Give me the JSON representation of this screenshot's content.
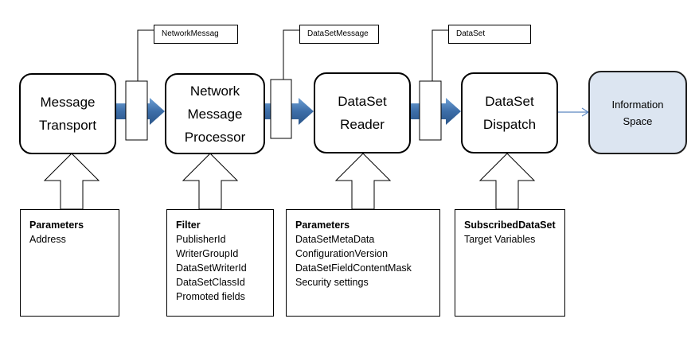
{
  "stages": [
    {
      "label": "Message\nTransport"
    },
    {
      "label": "Network\nMessage\nProcessor"
    },
    {
      "label": "DataSet\nReader"
    },
    {
      "label": "DataSet\nDispatch"
    },
    {
      "label": "Information\nSpace"
    }
  ],
  "messages": [
    {
      "label": "NetworkMessag"
    },
    {
      "label": "DataSetMessage"
    },
    {
      "label": "DataSet"
    }
  ],
  "parameter_boxes": [
    {
      "title": "Parameters",
      "lines": [
        "Address"
      ]
    },
    {
      "title": "Filter",
      "lines": [
        "PublisherId",
        "WriterGroupId",
        "DataSetWriterId",
        "DataSetClassId",
        "Promoted fields"
      ]
    },
    {
      "title": "Parameters",
      "lines": [
        "DataSetMetaData",
        "ConfigurationVersion",
        "DataSetFieldContentMask",
        "Security settings"
      ]
    },
    {
      "title": "SubscribedDataSet",
      "lines": [
        "Target Variables"
      ]
    }
  ],
  "colors": {
    "flow_arrow": "#3d6ea8",
    "flow_arrow_light": "#6d9fd5",
    "information_space_fill": "#dce5f1"
  }
}
